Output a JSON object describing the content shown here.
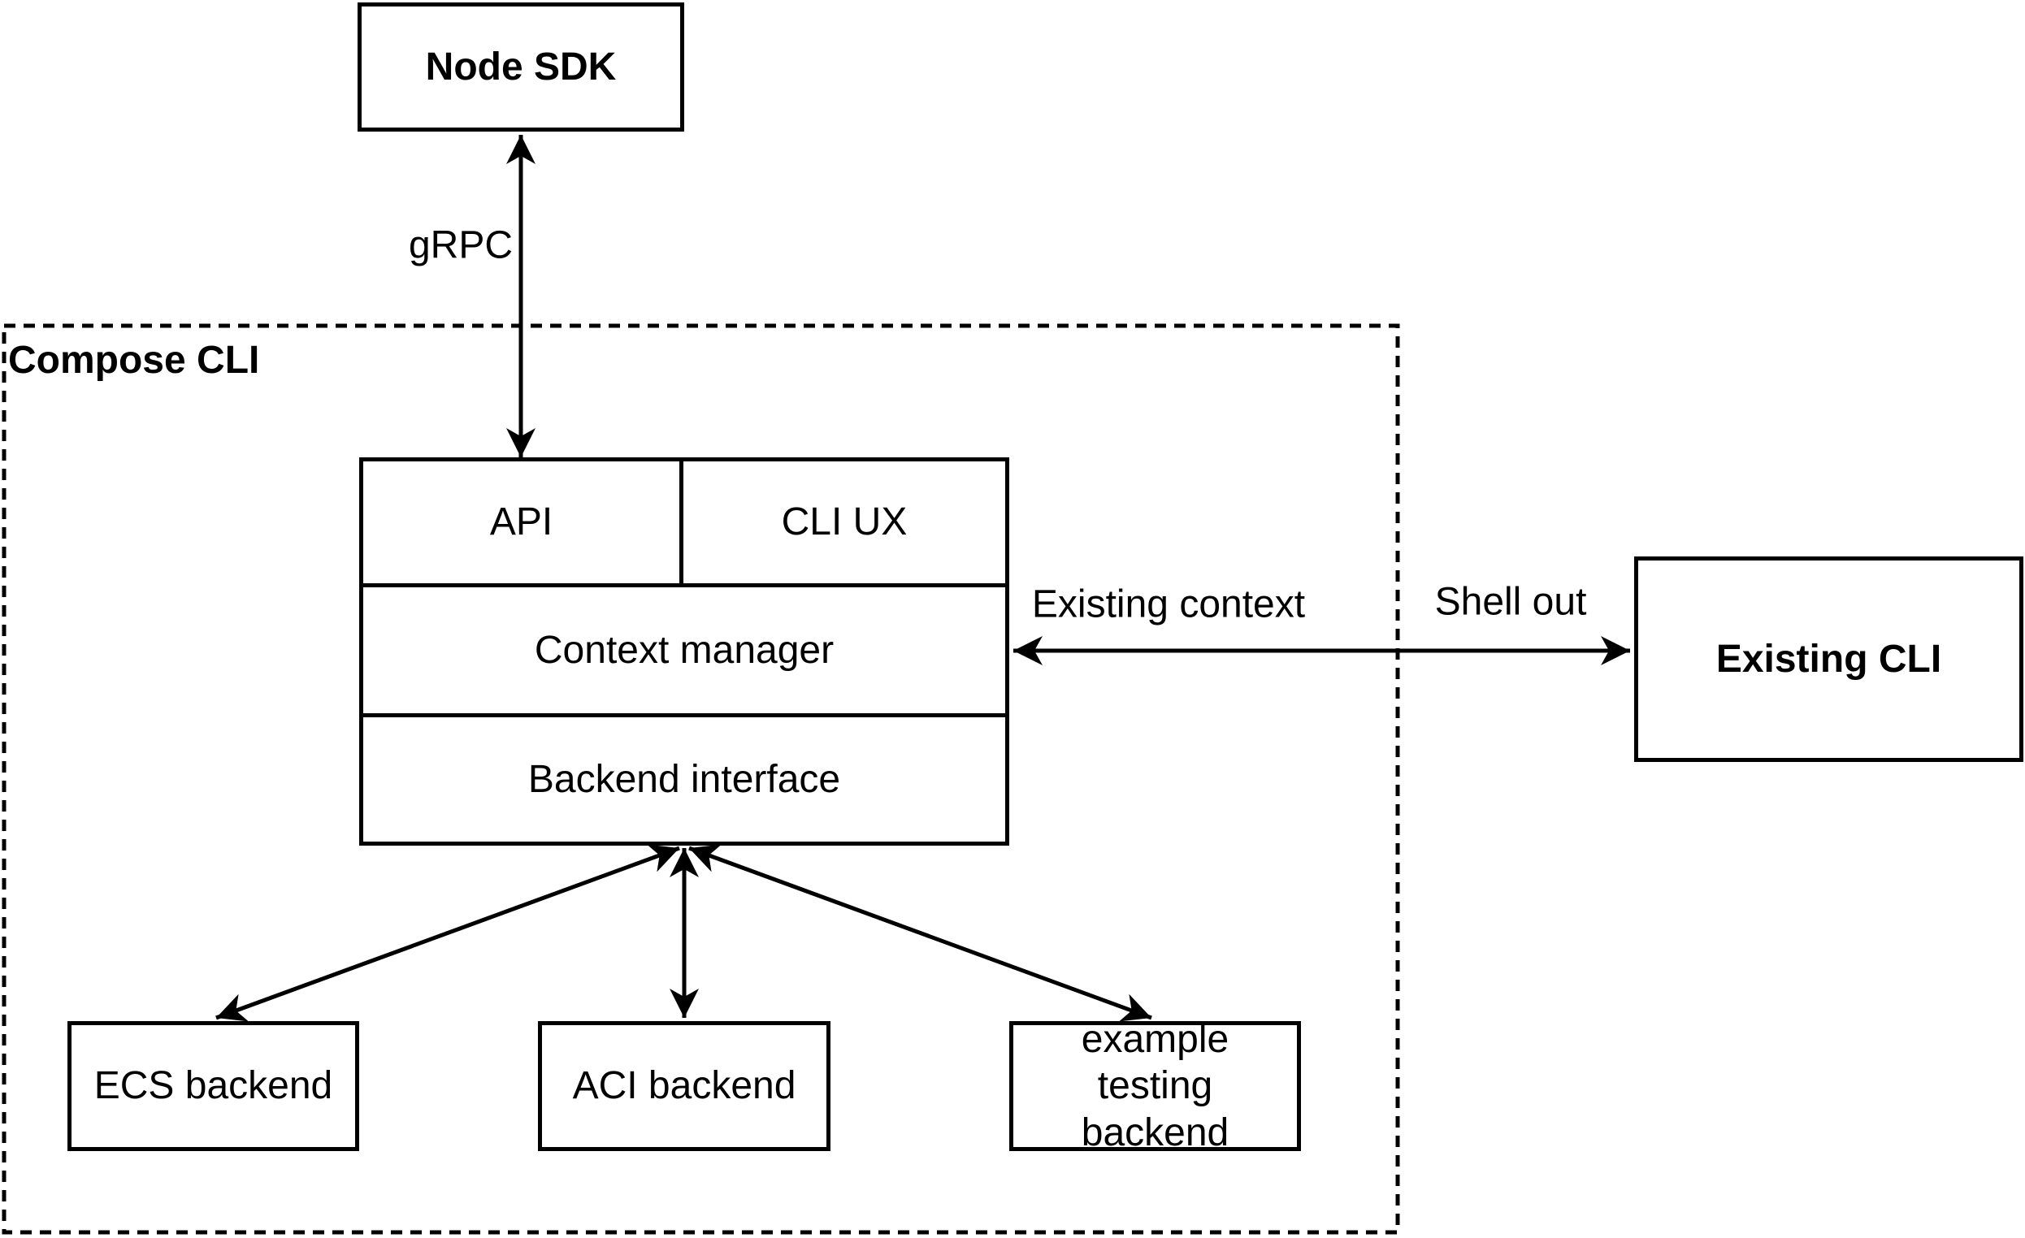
{
  "colors": {
    "stroke": "#000000",
    "background": "#ffffff",
    "text": "#000000"
  },
  "container": {
    "label": "Compose CLI"
  },
  "nodes": {
    "node_sdk": {
      "label": "Node SDK"
    },
    "api": {
      "label": "API"
    },
    "cli_ux": {
      "label": "CLI UX"
    },
    "context_manager": {
      "label": "Context manager"
    },
    "backend_interface": {
      "label": "Backend interface"
    },
    "ecs_backend": {
      "label": "ECS backend"
    },
    "aci_backend": {
      "label": "ACI backend"
    },
    "example_testing_backend": {
      "label": "example testing backend"
    },
    "existing_cli": {
      "label": "Existing CLI"
    }
  },
  "edge_labels": {
    "grpc": "gRPC",
    "existing_context": "Existing context",
    "shell_out": "Shell out"
  }
}
